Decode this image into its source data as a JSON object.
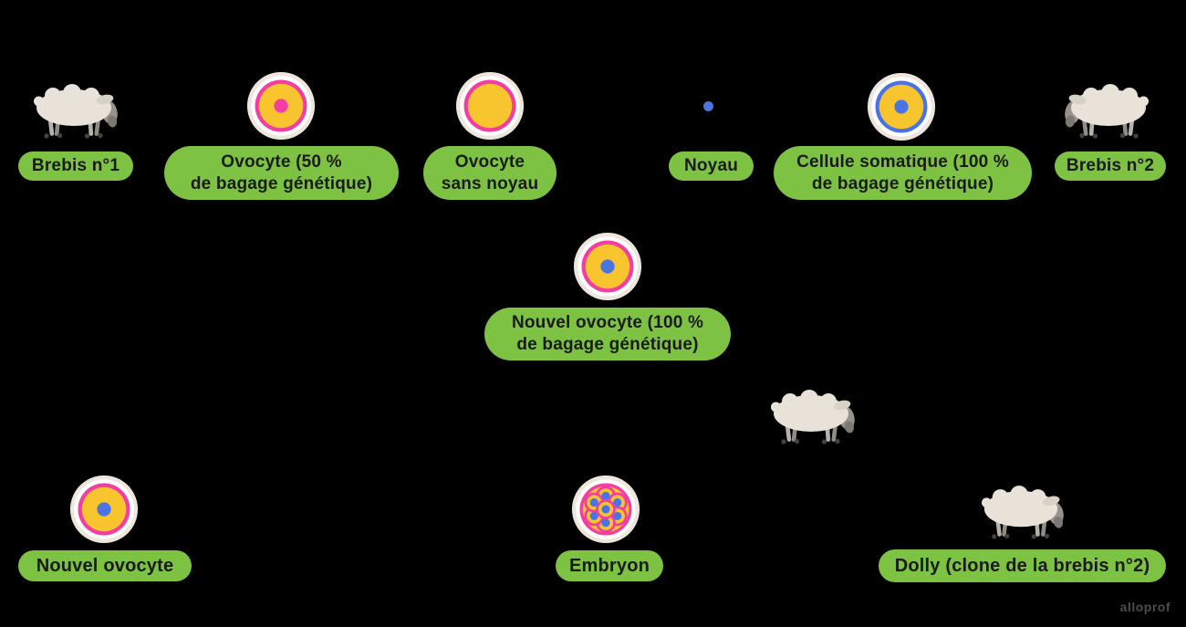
{
  "colors": {
    "bg": "#000000",
    "green": "#7DC242",
    "label-text": "#1A1A18",
    "cell-outer": "#ECE6DC",
    "cell-white": "#FFFFFF",
    "pink": "#F33DA3",
    "yellow": "#F8C52F",
    "blue": "#4A74E4",
    "sheep-body": "#E8E2D8",
    "sheep-head": "#96938C",
    "sheep-muzzle": "#7C7973",
    "sheep-ear": "#D8D2C6",
    "sheep-leg": "#B6B3AC",
    "sheep-leg-dark": "#908D86",
    "sheep-hoof": "#45433F",
    "watermark": "#4D4D4D"
  },
  "labels": {
    "brebis1": "Brebis n°1",
    "ovocyte50": "Ovocyte (50 %\nde bagage génétique)",
    "ovocyte_sans_noyau": "Ovocyte\nsans noyau",
    "noyau": "Noyau",
    "cellule_somatique": "Cellule somatique (100 %\nde bagage génétique)",
    "brebis2": "Brebis n°2",
    "nouvel_ovocyte_100": "Nouvel ovocyte (100 %\nde bagage génétique)",
    "nouvel_ovocyte": "Nouvel ovocyte",
    "embryon": "Embryon",
    "dolly": "Dolly (clone de la brebis n°2)"
  },
  "watermark": "alloprof"
}
